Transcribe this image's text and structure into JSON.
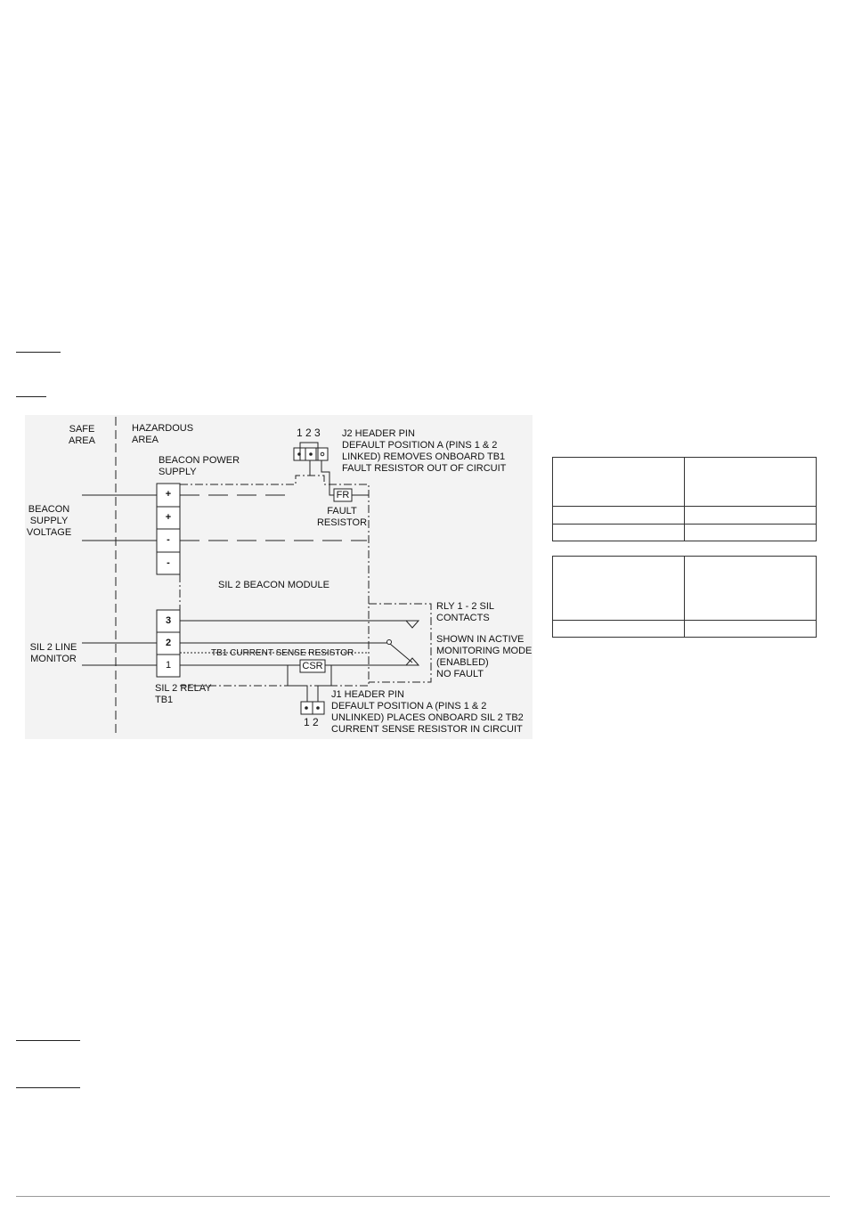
{
  "diagram": {
    "zones": {
      "safe_area": "SAFE\nAREA",
      "hazardous_area": "HAZARDOUS\nAREA"
    },
    "inputs": {
      "beacon_supply_voltage": "BEACON\nSUPPLY\nVOLTAGE",
      "sil2_line_monitor": "SIL 2 LINE\nMONITOR"
    },
    "beacon_power_supply": "BEACON POWER\nSUPPLY",
    "power_terminals": [
      "+",
      "+",
      "-",
      "-"
    ],
    "module_name": "SIL 2 BEACON MODULE",
    "relay_terminals": [
      "3",
      "2",
      "1"
    ],
    "relay_label": "SIL 2 RELAY\nTB1",
    "tb1_current_sense": "TB1 CURRENT SENSE RESISTOR",
    "csr": "CSR",
    "fr": "FR",
    "fault_resistor": "FAULT\nRESISTOR",
    "j2": {
      "pins": "1 2 3",
      "text": "J2 HEADER PIN\nDEFAULT POSITION A (PINS 1 & 2\nLINKED) REMOVES ONBOARD TB1\nFAULT RESISTOR OUT OF CIRCUIT"
    },
    "j1": {
      "pins": "1 2",
      "text": "J1 HEADER PIN\nDEFAULT POSITION A (PINS 1 & 2\nUNLINKED) PLACES  ONBOARD SIL 2 TB2\nCURRENT SENSE RESISTOR IN CIRCUIT"
    },
    "relay_contacts": "RLY 1 - 2 SIL\nCONTACTS",
    "mode_text": "SHOWN IN ACTIVE\nMONITORING MODE\n(ENABLED)\nNO FAULT"
  },
  "tables": {
    "table1": {
      "rows": [
        [
          "",
          ""
        ],
        [
          "",
          ""
        ],
        [
          "",
          ""
        ]
      ]
    },
    "table2": {
      "rows": [
        [
          "",
          ""
        ],
        [
          "",
          ""
        ]
      ]
    }
  }
}
